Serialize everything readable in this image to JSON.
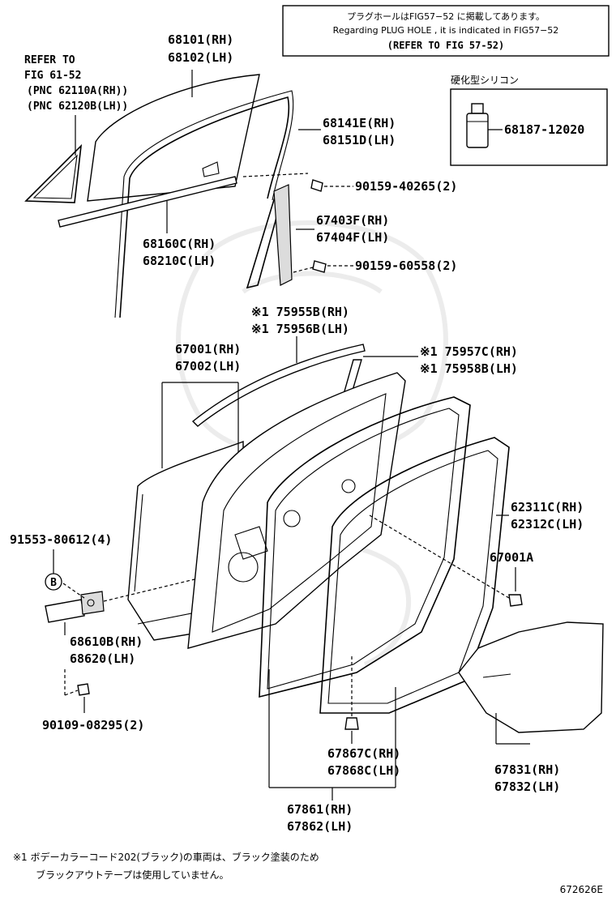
{
  "notice_box": {
    "line1": "プラグホールはFIG57−52 に掲載してあります。",
    "line2": "Regarding PLUG HOLE , it is indicated in FIG57−52",
    "line3": "(REFER TO FIG 57-52)"
  },
  "refer_block": {
    "line1": "REFER TO",
    "line2": "FIG 61-52",
    "line3": "(PNC 62110A(RH))",
    "line4": "(PNC 62120B(LH))"
  },
  "sealant": {
    "title": "硬化型シリコン",
    "part": "68187-12020"
  },
  "labels": {
    "p68101": "68101(RH)",
    "p68102": "68102(LH)",
    "p68141e": "68141E(RH)",
    "p68151d": "68151D(LH)",
    "p90159_40265": "90159-40265(2)",
    "p67403f": "67403F(RH)",
    "p67404f": "67404F(LH)",
    "p68160c": "68160C(RH)",
    "p68210c": "68210C(LH)",
    "p90159_60558": "90159-60558(2)",
    "p75955b": "※1 75955B(RH)",
    "p75956b": "※1 75956B(LH)",
    "p67001": "67001(RH)",
    "p67002": "67002(LH)",
    "p75957c": "※1 75957C(RH)",
    "p75958b": "※1 75958B(LH)",
    "p91553": "91553-80612(4)",
    "b_marker": "B",
    "p62311c": "62311C(RH)",
    "p62312c": "62312C(LH)",
    "p67001a": "67001A",
    "p68610b": "68610B(RH)",
    "p68620": "68620(LH)",
    "p90109": "90109-08295(2)",
    "p67867c": "67867C(RH)",
    "p67868c": "67868C(LH)",
    "p67831": "67831(RH)",
    "p67832": "67832(LH)",
    "p67861": "67861(RH)",
    "p67862": "67862(LH)"
  },
  "footnote": {
    "line1": "※1 ボデーカラーコード202(ブラック)の車両は、ブラック塗装のため",
    "line2": "ブラックアウトテープは使用していません。"
  },
  "diagram_code": "672626E"
}
